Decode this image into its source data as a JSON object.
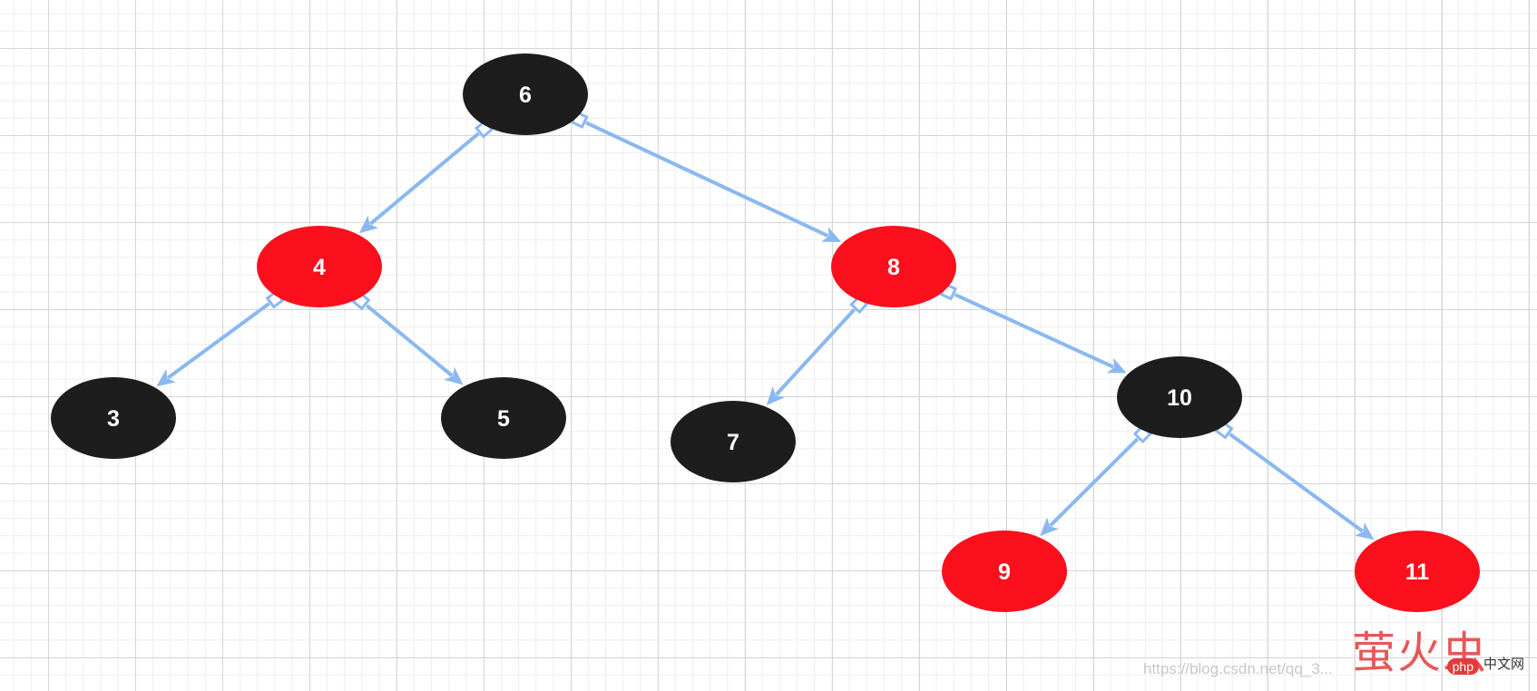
{
  "diagram": {
    "type": "red-black-tree",
    "colors": {
      "black": "#1d1d1d",
      "red": "#fb0f1c",
      "edge": "#8ab8f2",
      "label": "#ffffff"
    },
    "nodes": [
      {
        "id": "n6",
        "label": "6",
        "color": "black"
      },
      {
        "id": "n4",
        "label": "4",
        "color": "red"
      },
      {
        "id": "n8",
        "label": "8",
        "color": "red"
      },
      {
        "id": "n3",
        "label": "3",
        "color": "black"
      },
      {
        "id": "n5",
        "label": "5",
        "color": "black"
      },
      {
        "id": "n7",
        "label": "7",
        "color": "black"
      },
      {
        "id": "n10",
        "label": "10",
        "color": "black"
      },
      {
        "id": "n9",
        "label": "9",
        "color": "red"
      },
      {
        "id": "n11",
        "label": "11",
        "color": "red"
      }
    ],
    "edges": [
      {
        "from": "n6",
        "to": "n4"
      },
      {
        "from": "n6",
        "to": "n8"
      },
      {
        "from": "n4",
        "to": "n3"
      },
      {
        "from": "n4",
        "to": "n5"
      },
      {
        "from": "n8",
        "to": "n7"
      },
      {
        "from": "n8",
        "to": "n10"
      },
      {
        "from": "n10",
        "to": "n9"
      },
      {
        "from": "n10",
        "to": "n11"
      }
    ]
  },
  "watermark": {
    "url": "https://blog.csdn.net/qq_3...",
    "logo": "萤火虫",
    "badge": "php",
    "site": "中文网"
  }
}
